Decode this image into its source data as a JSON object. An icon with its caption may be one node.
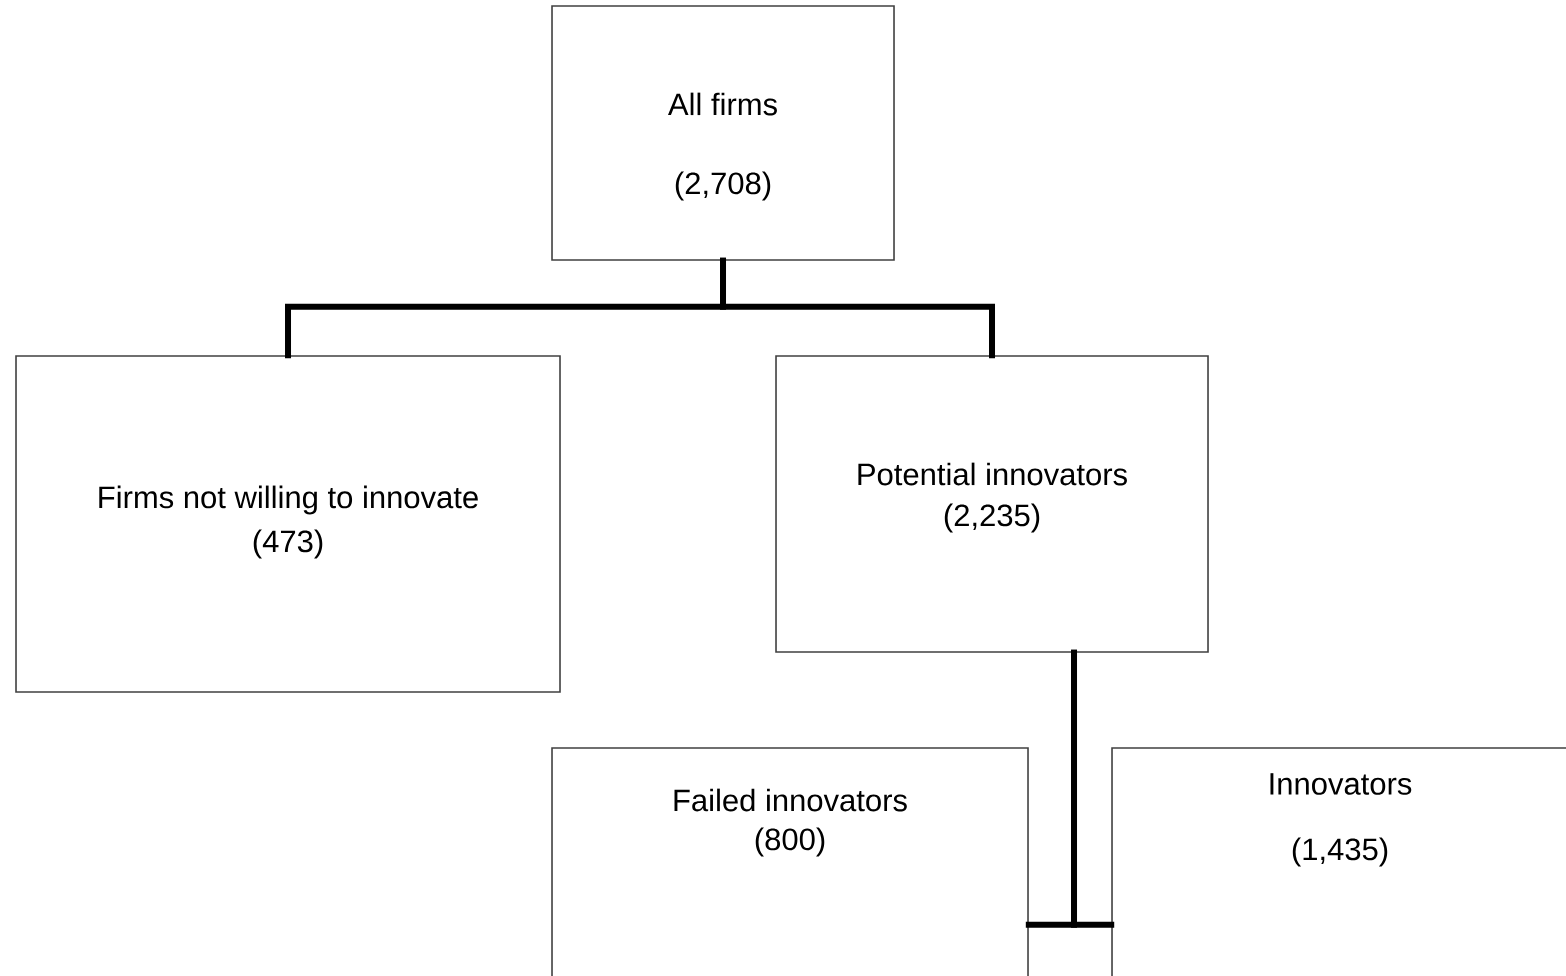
{
  "diagram": {
    "nodes": [
      {
        "text": [
          "All firms",
          "(2,708)"
        ]
      },
      {
        "text": [
          "Firms not willing to innovate",
          "(473)"
        ]
      },
      {
        "text": [
          "Potential innovators",
          "(2,235)"
        ]
      },
      {
        "text": [
          "Failed innovators",
          "(800)"
        ]
      },
      {
        "text": [
          "Innovators",
          "(1,435)"
        ]
      }
    ],
    "edges": [
      {
        "from": 0,
        "to": 1,
        "arrow": "none"
      },
      {
        "from": 0,
        "to": 2,
        "arrow": "none"
      },
      {
        "from": 2,
        "to": 3,
        "arrow": "none"
      },
      {
        "from": 2,
        "to": 4,
        "arrow": "none"
      }
    ]
  }
}
